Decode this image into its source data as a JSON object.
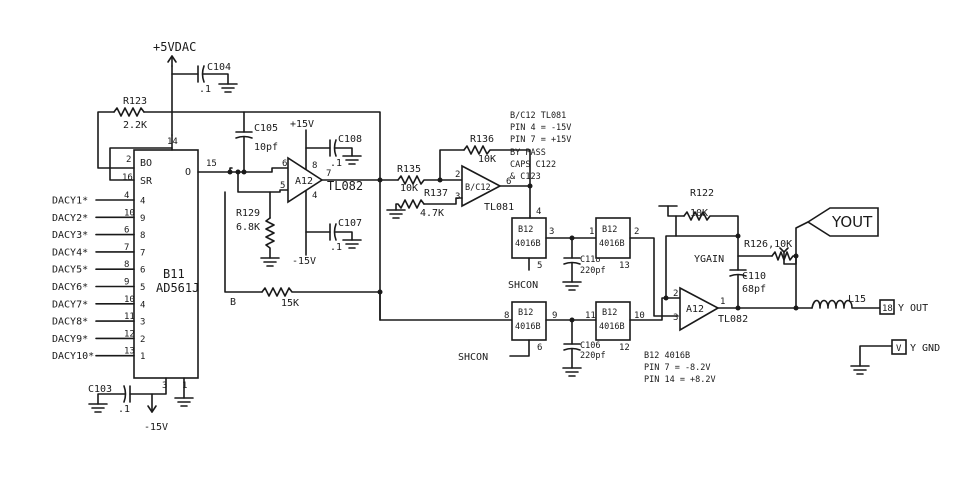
{
  "supply": {
    "pos": "+5VDAC",
    "neg": "-15V",
    "opamp_pos": "+15V",
    "opamp_neg": "-15V"
  },
  "dac": {
    "ref": "B11",
    "part": "AD561J",
    "pin_labels": {
      "bo": "BO",
      "sr": "SR",
      "out": "O"
    },
    "pins": {
      "bo": "2",
      "sr": "16",
      "vcc": "14",
      "out": "15",
      "g1": "3",
      "g2": "1"
    },
    "inputs": [
      {
        "label": "DACY1*",
        "pin": "4"
      },
      {
        "label": "DACY2*",
        "pin": "9"
      },
      {
        "label": "DACY3*",
        "pin": "8"
      },
      {
        "label": "DACY4*",
        "pin": "7"
      },
      {
        "label": "DACY5*",
        "pin": "6"
      },
      {
        "label": "DACY6*",
        "pin": "5"
      },
      {
        "label": "DACY7*",
        "pin": "4"
      },
      {
        "label": "DACY8*",
        "pin": "3"
      },
      {
        "label": "DACY9*",
        "pin": "2"
      },
      {
        "label": "DACY10*",
        "pin": "1"
      }
    ],
    "left_pins": [
      "4",
      "10",
      "6",
      "7",
      "8",
      "9",
      "10",
      "11",
      "12",
      "13"
    ]
  },
  "components": {
    "c104": "C104",
    "c104v": ".1",
    "r123": "R123",
    "r123v": "2.2K",
    "c105": "C105",
    "c105v": "10pf",
    "c108": "C108",
    "c108v": ".1",
    "c107": "C107",
    "c107v": ".1",
    "r129": "R129",
    "r129v": "6.8K",
    "r15k": "15K",
    "node_b": "B",
    "c103": "C103",
    "c103v": ".1",
    "r135": "R135",
    "r135v": "10K",
    "r136": "R136",
    "r136v": "10K",
    "r137": "R137",
    "r137v": "4.7K",
    "c118": "C118",
    "c118v": "220pf",
    "c106": "C106",
    "c106v": "220pf",
    "r122": "R122",
    "r122v": "10K",
    "r126": "R126,10K",
    "ygain": "YGAIN",
    "c110": "C110",
    "c110v": "68pf",
    "l15": "L15"
  },
  "opamps": {
    "a12a": {
      "ref": "A12",
      "part": "TL082",
      "pins": [
        "6",
        "5",
        "7",
        "8",
        "4"
      ]
    },
    "bc12": {
      "ref": "B/C12",
      "part": "TL081",
      "pins": [
        "2",
        "3",
        "6"
      ]
    },
    "a12b": {
      "ref": "A12",
      "part": "TL082",
      "pins": [
        "2",
        "3",
        "1"
      ]
    }
  },
  "switches": [
    {
      "ref": "B12",
      "part": "4016B",
      "pins": [
        "4",
        "3",
        "5"
      ]
    },
    {
      "ref": "B12",
      "part": "4016B",
      "pins": [
        "1",
        "2",
        "13"
      ]
    },
    {
      "ref": "B12",
      "part": "4016B",
      "pins": [
        "8",
        "9",
        "6"
      ]
    },
    {
      "ref": "B12",
      "part": "4016B",
      "pins": [
        "11",
        "10",
        "12"
      ]
    }
  ],
  "control": {
    "shcon1": "SHCON",
    "shcon2": "SHCON"
  },
  "notes": {
    "bc12": [
      "B/C12 TL081",
      "PIN 4 = -15V",
      "PIN 7 = +15V",
      "BY PASS",
      "CAPS C122",
      "& C123"
    ],
    "b12": [
      "B12 4016B",
      "PIN 7 = -8.2V",
      "PIN 14 = +8.2V"
    ]
  },
  "outputs": {
    "yout_flag": "YOUT",
    "yout_pin": "18",
    "yout_label": "Y OUT",
    "ygnd_pin": "V",
    "ygnd_label": "Y GND"
  }
}
